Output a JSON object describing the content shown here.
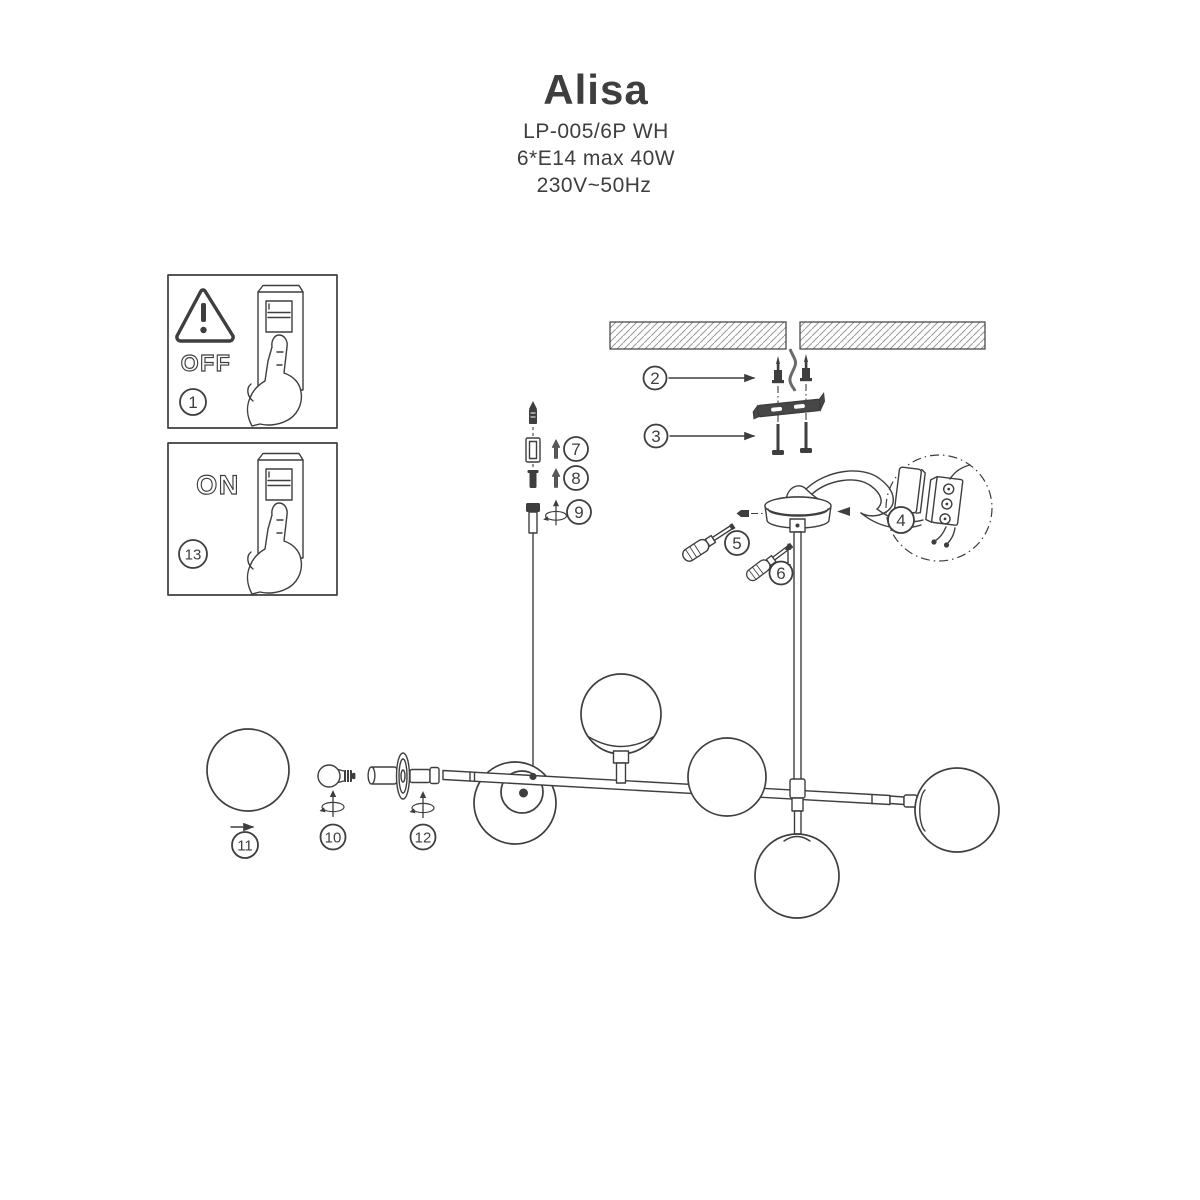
{
  "product": {
    "name": "Alisa",
    "model": "LP-005/6P WH",
    "bulb_spec": "6*E14 max 40W",
    "power": "230V~50Hz"
  },
  "switch_steps": {
    "off": {
      "label": "OFF",
      "number": "1"
    },
    "on": {
      "label": "ON",
      "number": "13"
    }
  },
  "callouts": {
    "wall_plugs": "2",
    "bracket_screws": "3",
    "wiring_detail": "4",
    "canopy_side_screw": "5",
    "canopy_lock_screw": "6",
    "cord_grip_sleeve": "7",
    "cord_grip_pin": "8",
    "cord_lock_nut": "9",
    "bulb": "10",
    "glass_shade": "11",
    "shade_ring": "12"
  },
  "colors": {
    "line": "#3e3e3e",
    "hatch": "#9a9a9a",
    "background": "#ffffff"
  }
}
